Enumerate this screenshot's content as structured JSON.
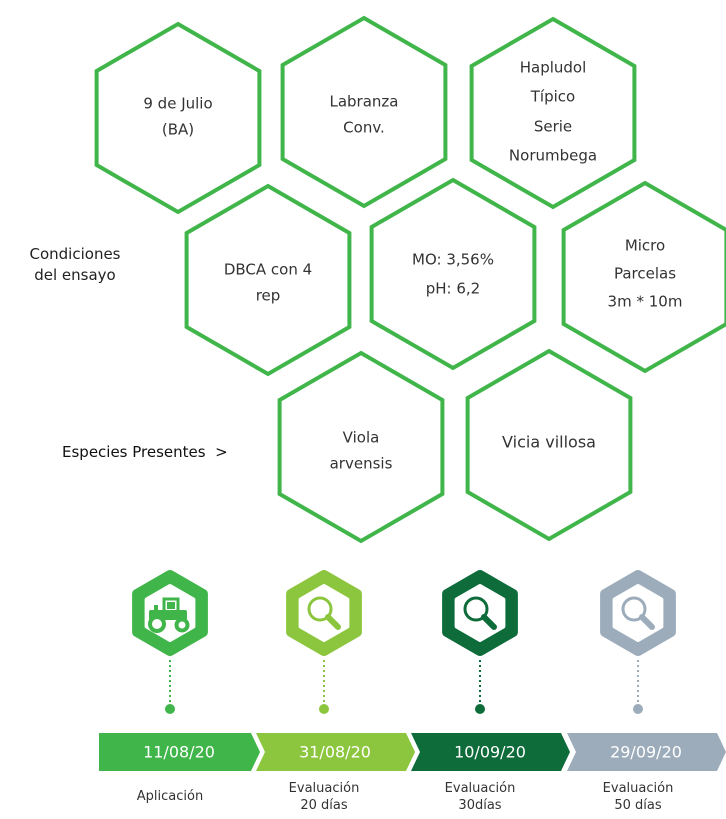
{
  "colors": {
    "hex_stroke": "#3fb54a",
    "green": "#3fb54a",
    "lime": "#8cc63f",
    "dark_green": "#0e6b3a",
    "gray_blue": "#9dacbb"
  },
  "labels": {
    "conditions": [
      "Condiciones",
      "del ensayo"
    ],
    "species": "Especies Presentes  >"
  },
  "hexagons": [
    {
      "id": "hex-location",
      "lines": [
        "9 de Julio",
        "(BA)"
      ]
    },
    {
      "id": "hex-tillage",
      "lines": [
        "Labranza",
        "Conv."
      ]
    },
    {
      "id": "hex-soil",
      "lines": [
        "Hapludol",
        "Típico",
        "Serie",
        "Norumbega"
      ]
    },
    {
      "id": "hex-design",
      "lines": [
        "DBCA con 4",
        "rep"
      ]
    },
    {
      "id": "hex-chemistry",
      "lines": [
        "MO: 3,56%",
        "pH: 6,2"
      ]
    },
    {
      "id": "hex-plots",
      "lines": [
        "Micro",
        "Parcelas",
        "3m * 10m"
      ]
    },
    {
      "id": "hex-viola",
      "lines": [
        "Viola",
        "arvensis"
      ]
    },
    {
      "id": "hex-vicia",
      "lines": [
        "Vicia villosa"
      ]
    }
  ],
  "timeline": [
    {
      "date": "11/08/20",
      "caption": [
        "Aplicación"
      ],
      "icon": "tractor-icon",
      "color": "green"
    },
    {
      "date": "31/08/20",
      "caption": [
        "Evaluación",
        "20 días"
      ],
      "icon": "magnifier-icon",
      "color": "lime"
    },
    {
      "date": "10/09/20",
      "caption": [
        "Evaluación",
        "30días"
      ],
      "icon": "magnifier-icon",
      "color": "dark_green"
    },
    {
      "date": "29/09/20",
      "caption": [
        "Evaluación",
        "50 días"
      ],
      "icon": "magnifier-icon",
      "color": "gray_blue"
    }
  ]
}
